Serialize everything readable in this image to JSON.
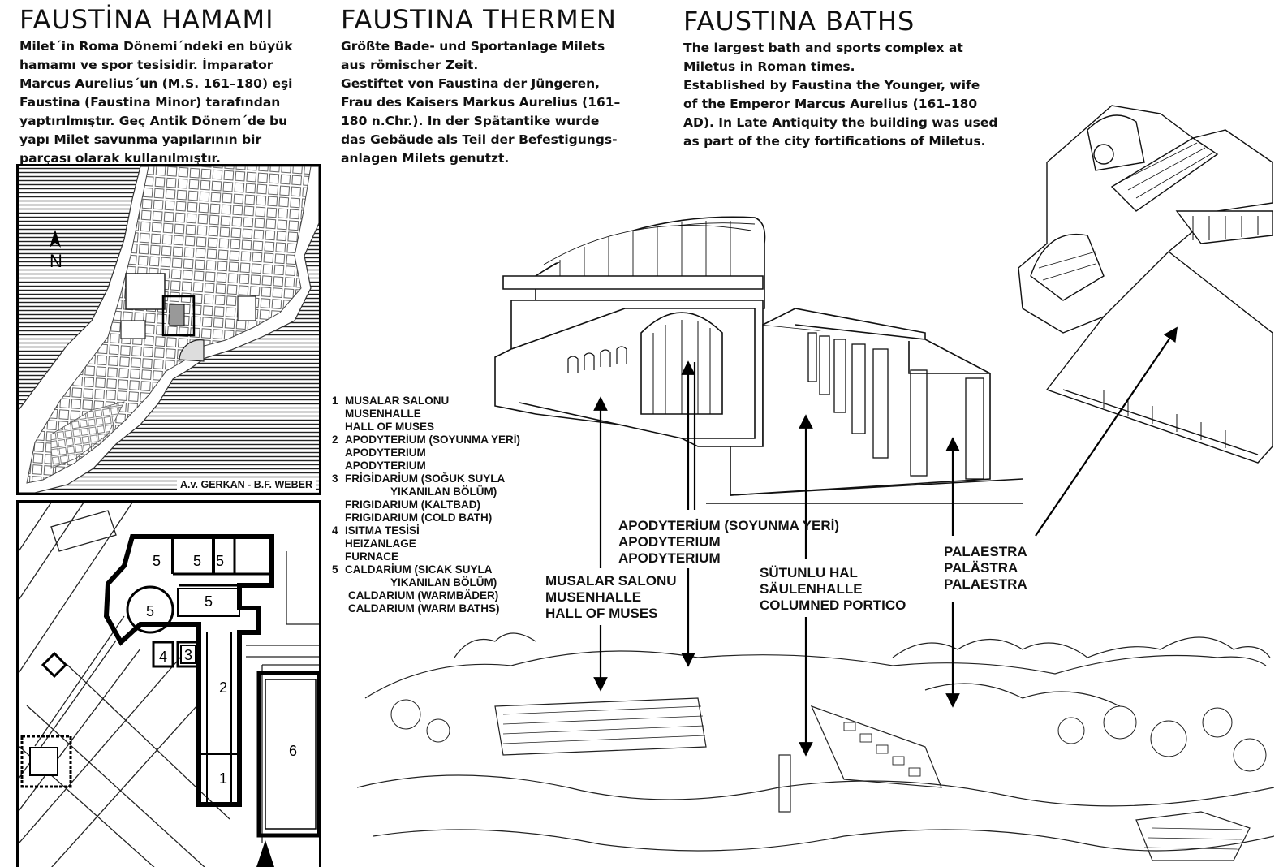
{
  "columns": {
    "tr": {
      "title": "FAUSTİNA  HAMAMI",
      "lines": [
        "Milet´in Roma Dönemi´ndeki en büyük",
        "hamamı ve spor tesisidir.  İmparator",
        "Marcus Aurelius´un (M.S. 161–180) eşi",
        "Faustina (Faustina Minor) tarafından",
        "yaptırılmıştır. Geç Antik Dönem´de bu",
        "yapı Milet savunma yapılarının  bir",
        "parçası olarak  kullanılmıştır."
      ]
    },
    "de": {
      "title": "FAUSTINA THERMEN",
      "lines": [
        "Größte Bade- und Sportanlage Milets",
        "aus römischer Zeit.",
        "Gestiftet von Faustina der Jüngeren,",
        "Frau des Kaisers Markus Aurelius (161–",
        "180 n.Chr.). In der Spätantike wurde",
        "das Gebäude als Teil der Befestigungs-",
        "anlagen Milets genutzt."
      ]
    },
    "en": {
      "title": "FAUSTINA  BATHS",
      "lines": [
        "The largest bath and sports complex at",
        "Miletus in Roman times.",
        "Established by Faustina the Younger, wife",
        "of the Emperor Marcus Aurelius (161–180",
        "AD). In Late Antiquity the building was used",
        "as part of the city  fortifications of Miletus."
      ]
    }
  },
  "map": {
    "north": "N",
    "credit": "A.v. GERKAN - B.F. WEBER"
  },
  "plan": {
    "rooms": [
      "5",
      "5",
      "5",
      "5",
      "5",
      "4",
      "3",
      "2",
      "1",
      "6"
    ]
  },
  "legend": [
    {
      "num": "1",
      "lines": [
        "MUSALAR  SALONU",
        "MUSENHALLE",
        "HALL  OF  MUSES"
      ]
    },
    {
      "num": "2",
      "lines": [
        "APODYTERİUM  (SOYUNMA  YERİ)",
        "APODYTERIUM",
        "APODYTERIUM"
      ]
    },
    {
      "num": "3",
      "lines": [
        "FRİGİDARİUM (SOĞUK SUYLA",
        "YIKANILAN BÖLÜM)",
        "FRIGIDARIUM (KALTBAD)",
        "FRIGIDARIUM (COLD BATH)"
      ]
    },
    {
      "num": "4",
      "lines": [
        "ISITMA  TESİSİ",
        "HEIZANLAGE",
        "FURNACE"
      ]
    },
    {
      "num": "5",
      "lines": [
        "CALDARİUM  (SICAK SUYLA",
        "YIKANILAN  BÖLÜM)",
        "CALDARIUM  (WARMBÄDER)",
        "CALDARIUM  (WARM BATHS)"
      ]
    }
  ],
  "callouts": {
    "apodyterium": [
      "APODYTERİUM (SOYUNMA  YERİ)",
      "APODYTERIUM",
      "APODYTERIUM"
    ],
    "muses": [
      "MUSALAR  SALONU",
      "MUSENHALLE",
      "HALL  OF  MUSES"
    ],
    "portico": [
      "SÜTUNLU  HAL",
      "SÄULENHALLE",
      "COLUMNED  PORTICO"
    ],
    "palaestra": [
      "PALAESTRA",
      "PALÄSTRA",
      "PALAESTRA"
    ]
  }
}
